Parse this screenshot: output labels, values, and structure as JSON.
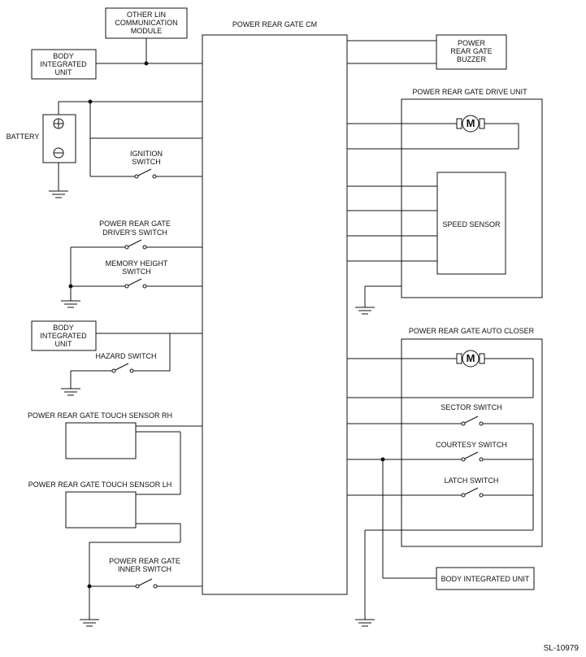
{
  "labels": {
    "other_lin": [
      "OTHER LIN",
      "COMMUNICATION",
      "MODULE"
    ],
    "body_unit_top": [
      "BODY",
      "INTEGRATED",
      "UNIT"
    ],
    "cm_title": "POWER REAR GATE CM",
    "buzzer": [
      "POWER",
      "REAR GATE",
      "BUZZER"
    ],
    "drive_unit": "POWER REAR GATE DRIVE UNIT",
    "motor_symbol": "M",
    "speed_sensor": "SPEED SENSOR",
    "battery": "BATTERY",
    "ignition": [
      "IGNITION",
      "SWITCH"
    ],
    "drivers_switch": [
      "POWER REAR GATE",
      "DRIVER'S SWITCH"
    ],
    "memory_switch": [
      "MEMORY HEIGHT",
      "SWITCH"
    ],
    "body_unit_mid": [
      "BODY",
      "INTEGRATED",
      "UNIT"
    ],
    "hazard": "HAZARD SWITCH",
    "auto_closer": "POWER REAR GATE AUTO CLOSER",
    "sector": "SECTOR SWITCH",
    "courtesy": "COURTESY SWITCH",
    "latch": "LATCH SWITCH",
    "touch_rh": "POWER REAR GATE TOUCH SENSOR RH",
    "touch_lh": "POWER REAR GATE TOUCH SENSOR LH",
    "inner_switch": [
      "POWER REAR GATE",
      "INNER SWITCH"
    ],
    "body_unit_bottom": "BODY INTEGRATED UNIT",
    "ref": "SL-10979"
  }
}
